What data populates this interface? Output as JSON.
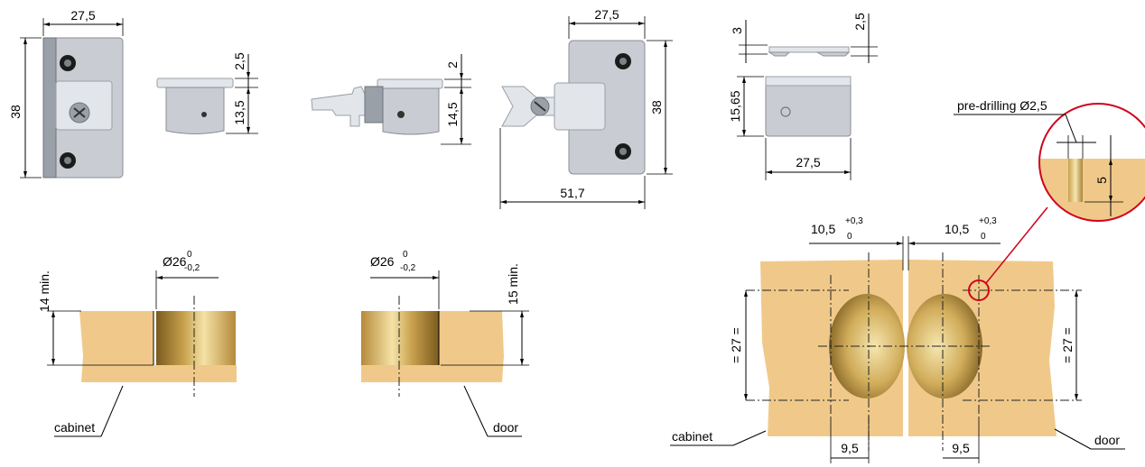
{
  "dimensions": {
    "w1": "27,5",
    "h1": "38",
    "d25": "2,5",
    "d135": "13,5",
    "d2": "2",
    "d145": "14,5",
    "w2": "27,5",
    "h2": "38",
    "w517": "51,7",
    "d3": "3",
    "d25b": "2,5",
    "d1565": "15,65",
    "w3": "27,5",
    "diam_main": "Ø26",
    "diam_tol_upper": "0",
    "diam_tol_lower": "-0,2",
    "depth_cabinet": "14 min.",
    "depth_door": "15 min.",
    "offset_main": "10,5",
    "offset_tol_upper": "+0,3",
    "offset_tol_lower": "0",
    "spacing_left": "= 27 =",
    "spacing_right": "= 27 =",
    "edge_left": "9,5",
    "edge_right": "9,5",
    "predrill_depth": "5"
  },
  "labels": {
    "cabinet": "cabinet",
    "door": "door",
    "predrilling": "pre-drilling Ø2,5"
  },
  "colors": {
    "wood": "#f0c98a",
    "part": "#c9cdd3",
    "callout": "#d0021b",
    "bore_dark": "#8a6a2a",
    "bore_light": "#f3dc9e"
  }
}
